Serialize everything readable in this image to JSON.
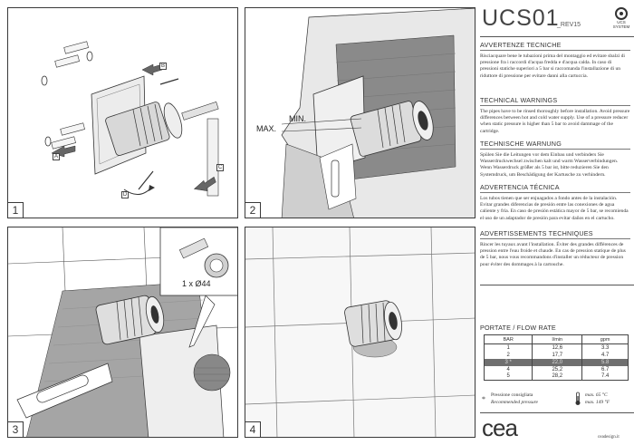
{
  "panels": [
    {
      "number": "1",
      "tag_b": "B",
      "tag_a": "A",
      "tag_c": "C",
      "tag_d": "D"
    },
    {
      "number": "2",
      "min_label": "MIN.",
      "max_label": "MAX."
    },
    {
      "number": "3",
      "hole_label": "1 x Ø44"
    },
    {
      "number": "4"
    }
  ],
  "header": {
    "title": "UCS01",
    "revision": "_REV15",
    "system_logo_text": "UCS SYSTEM"
  },
  "warnings": [
    {
      "heading": "AVVERTENZE TECNICHE",
      "text": "Risciacquare bene le tubazioni prima del montaggio ed evitare sbalzi di pressione fra i raccordi d'acqua fredda e d'acqua calda. In caso di pressioni statiche superiori a 5 bar si raccomanda l'installazione di un riduttore di pressione per evitare danni alla cartuccia."
    },
    {
      "heading": "TECHNICAL WARNINGS",
      "text": "The pipes have to be rinsed thoroughly before installation. Avoid pressure differences between hot and cold water supply. Use of a pressure reducer when static pressure is higher than 5 bar to avoid dammage of the cartridge."
    },
    {
      "heading": "TECHNISCHE WARNUNG",
      "text": "Spülen Sie die Leitungen vor dem Einbau und verbinders Sie Wasserdruckwechsel zwischen kalt und warm Wasserverbindungen. Wenn Wasserdruck größer als 5 bar ist, bitte reduzieren Sie den Systemdruck, um Beschädigung der Kartusche zu verhindern."
    },
    {
      "heading": "ADVERTENCIA TÉCNICA",
      "text": "Los tubos tienen que ser enjuagados a fondo antes de la instalación. Evitar grandes diferencias de presión entre las conexiones de agua caliente y fría. En caso de presión estática mayor de 5 bar, se recomienda el uso de un adaptador de presión para evitar daños en el cartucho."
    },
    {
      "heading": "ADVERTISSEMENTS TECHNIQUES",
      "text": "Rincer les tuyaux avant l'installation. Éviter des grandes différences de pression entre l'eau froide et chaude. En cas de pression statique de plus de 5 bar, nous vous recommandons d'installer un réducteur de pression pour éviter des dommages à la cartouche."
    }
  ],
  "flow_rate": {
    "title": "PORTATE / FLOW RATE",
    "columns": [
      "BAR",
      "l/min",
      "gpm"
    ],
    "rows": [
      [
        "1",
        "12,6",
        "3.3"
      ],
      [
        "2",
        "17,7",
        "4.7"
      ],
      [
        "3 *",
        "22,0",
        "5.8"
      ],
      [
        "4",
        "25,2",
        "6.7"
      ],
      [
        "5",
        "28,2",
        "7.4"
      ]
    ],
    "highlight_row": 2
  },
  "footer": {
    "asterisk": "*",
    "pressure_it": "Pressione consigliata",
    "pressure_en": "Recommended pressure",
    "temp_c": "max. 65 °C",
    "temp_f": "max. 149 °F",
    "brand": "cea",
    "website": "ceadesign.it"
  }
}
